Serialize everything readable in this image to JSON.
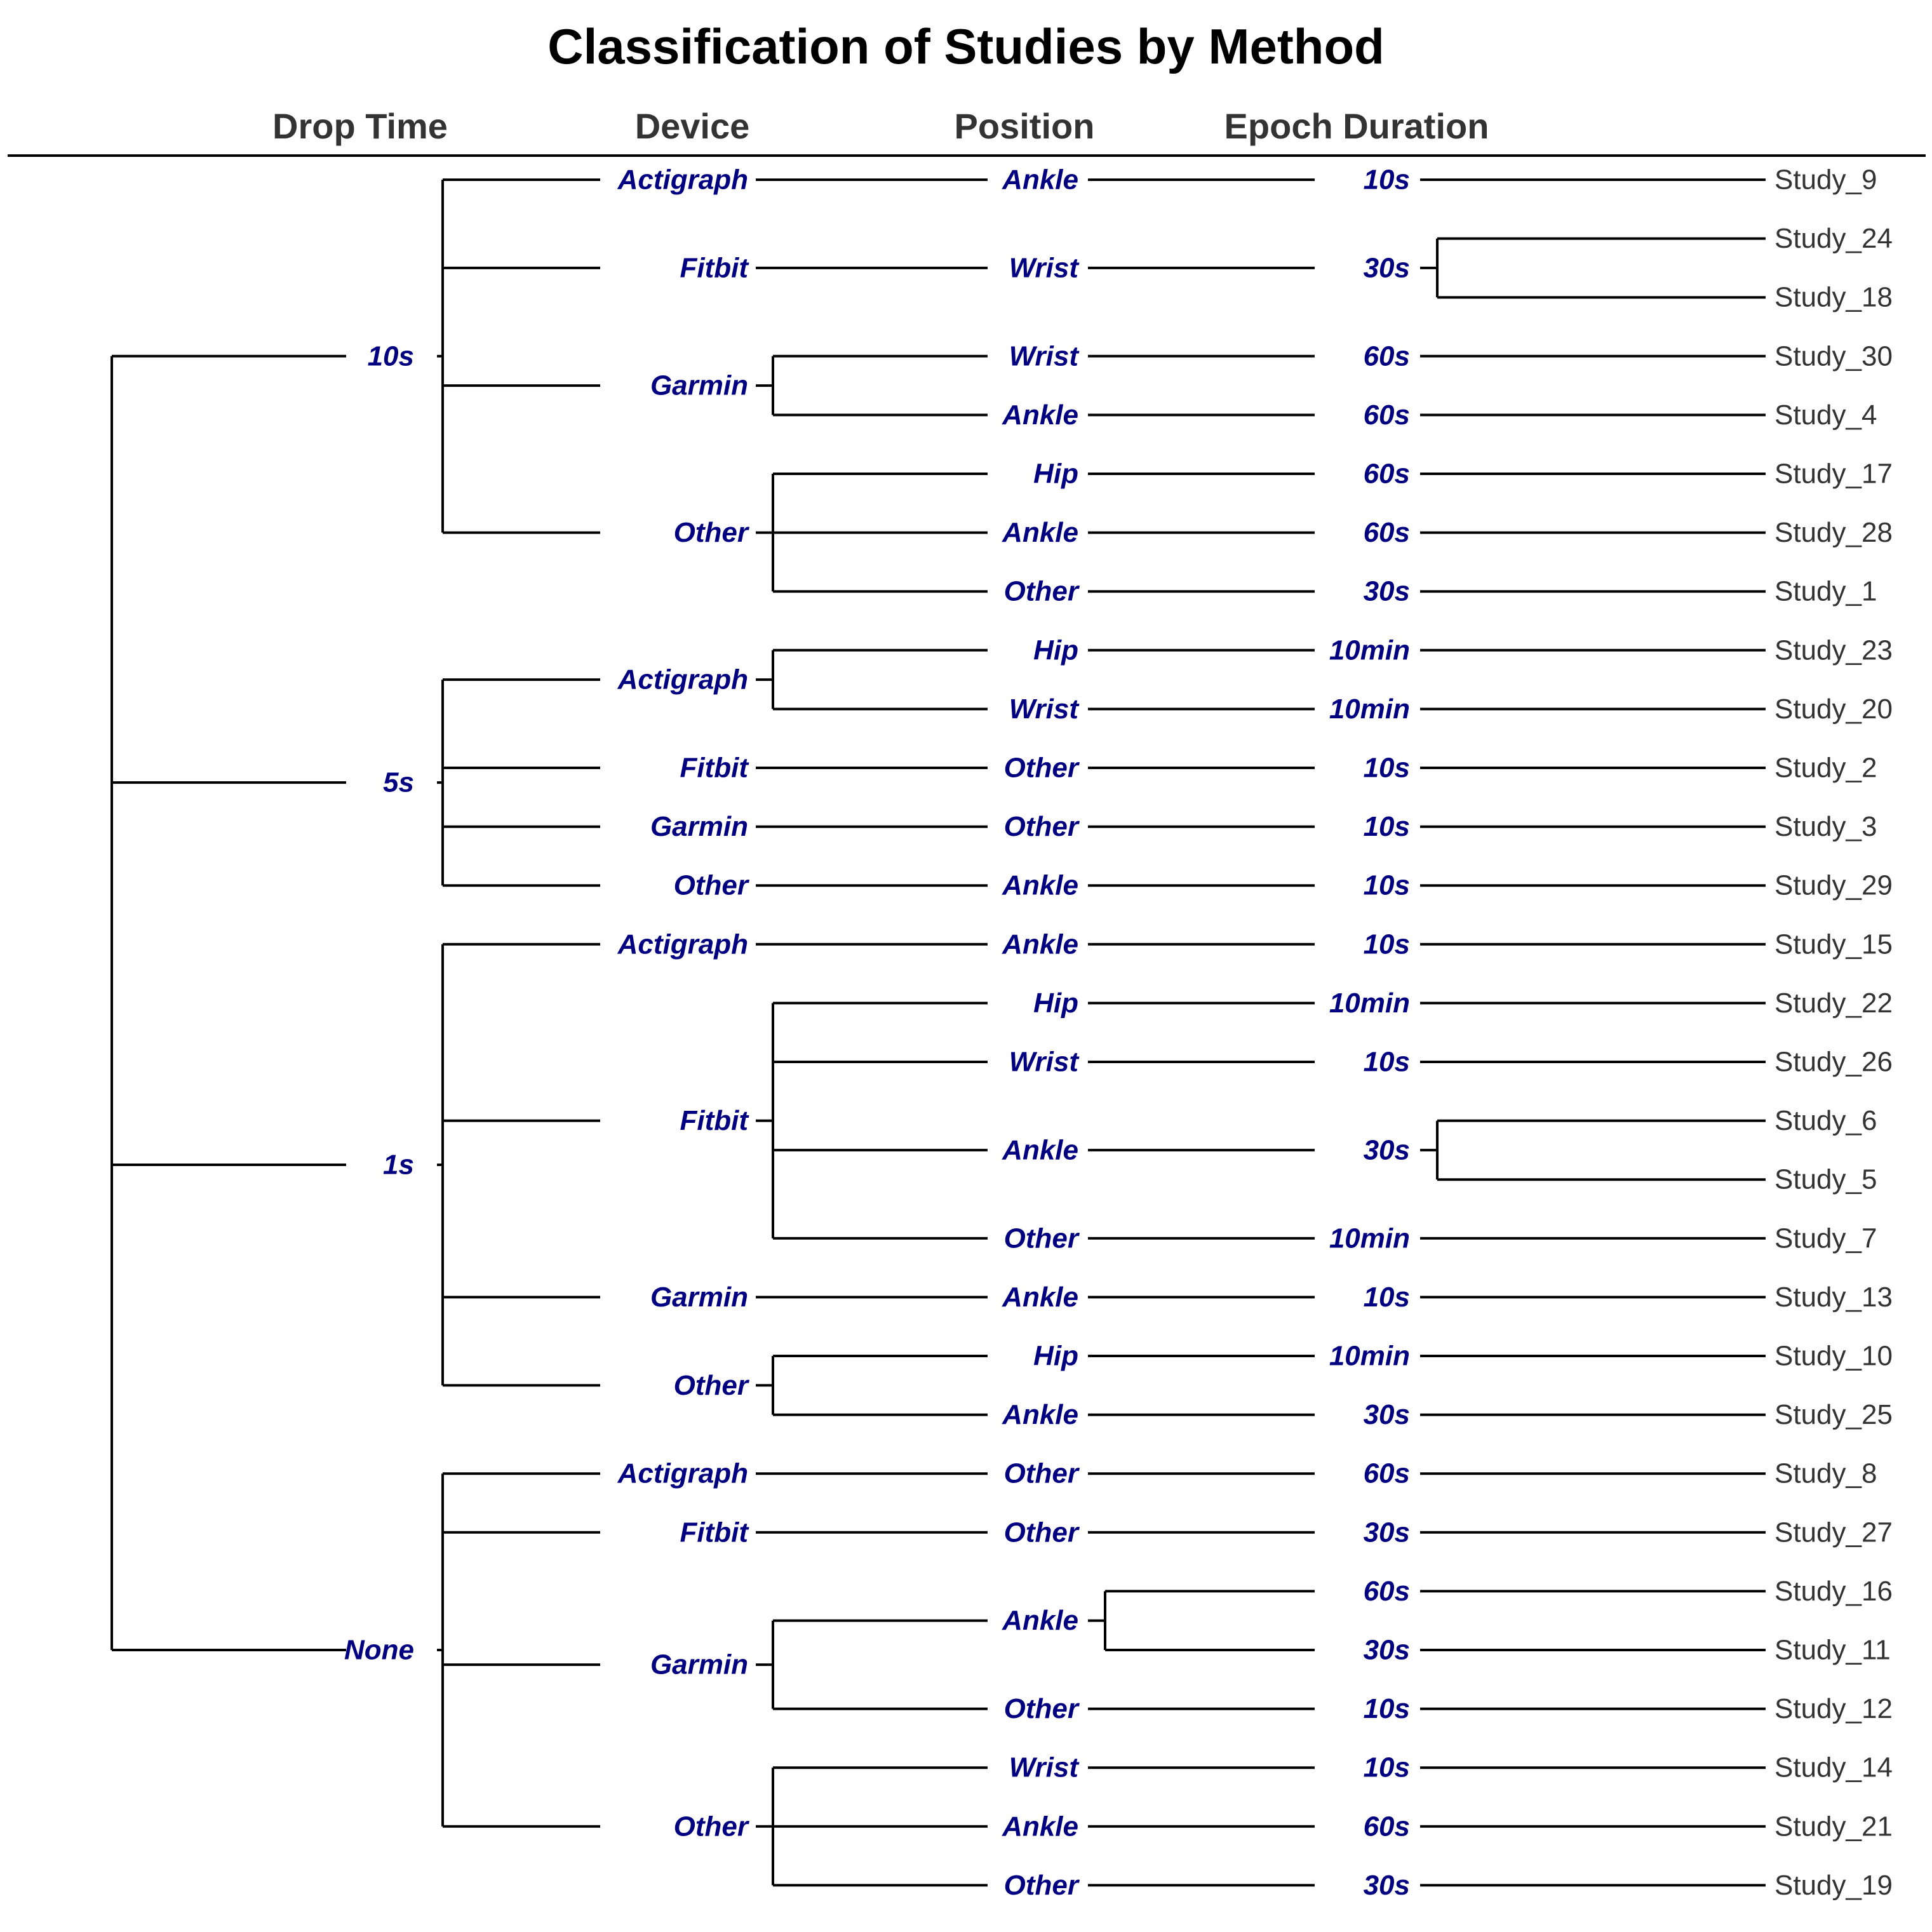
{
  "title": "Classification of Studies by Method",
  "columns": [
    "Drop Time",
    "Device",
    "Position",
    "Epoch Duration"
  ],
  "colors": {
    "node_label": "#000080",
    "leaf_label": "#333333",
    "line": "#000000"
  },
  "tree": [
    {
      "label": "10s",
      "children": [
        {
          "label": "Actigraph",
          "children": [
            {
              "label": "Ankle",
              "children": [
                {
                  "label": "10s",
                  "leaves": [
                    "Study_9"
                  ]
                }
              ]
            }
          ]
        },
        {
          "label": "Fitbit",
          "children": [
            {
              "label": "Wrist",
              "children": [
                {
                  "label": "30s",
                  "leaves": [
                    "Study_24",
                    "Study_18"
                  ]
                }
              ]
            }
          ]
        },
        {
          "label": "Garmin",
          "children": [
            {
              "label": "Wrist",
              "children": [
                {
                  "label": "60s",
                  "leaves": [
                    "Study_30"
                  ]
                }
              ]
            },
            {
              "label": "Ankle",
              "children": [
                {
                  "label": "60s",
                  "leaves": [
                    "Study_4"
                  ]
                }
              ]
            }
          ]
        },
        {
          "label": "Other",
          "children": [
            {
              "label": "Hip",
              "children": [
                {
                  "label": "60s",
                  "leaves": [
                    "Study_17"
                  ]
                }
              ]
            },
            {
              "label": "Ankle",
              "children": [
                {
                  "label": "60s",
                  "leaves": [
                    "Study_28"
                  ]
                }
              ]
            },
            {
              "label": "Other",
              "children": [
                {
                  "label": "30s",
                  "leaves": [
                    "Study_1"
                  ]
                }
              ]
            }
          ]
        }
      ]
    },
    {
      "label": "5s",
      "children": [
        {
          "label": "Actigraph",
          "children": [
            {
              "label": "Hip",
              "children": [
                {
                  "label": "10min",
                  "leaves": [
                    "Study_23"
                  ]
                }
              ]
            },
            {
              "label": "Wrist",
              "children": [
                {
                  "label": "10min",
                  "leaves": [
                    "Study_20"
                  ]
                }
              ]
            }
          ]
        },
        {
          "label": "Fitbit",
          "children": [
            {
              "label": "Other",
              "children": [
                {
                  "label": "10s",
                  "leaves": [
                    "Study_2"
                  ]
                }
              ]
            }
          ]
        },
        {
          "label": "Garmin",
          "children": [
            {
              "label": "Other",
              "children": [
                {
                  "label": "10s",
                  "leaves": [
                    "Study_3"
                  ]
                }
              ]
            }
          ]
        },
        {
          "label": "Other",
          "children": [
            {
              "label": "Ankle",
              "children": [
                {
                  "label": "10s",
                  "leaves": [
                    "Study_29"
                  ]
                }
              ]
            }
          ]
        }
      ]
    },
    {
      "label": "1s",
      "children": [
        {
          "label": "Actigraph",
          "children": [
            {
              "label": "Ankle",
              "children": [
                {
                  "label": "10s",
                  "leaves": [
                    "Study_15"
                  ]
                }
              ]
            }
          ]
        },
        {
          "label": "Fitbit",
          "children": [
            {
              "label": "Hip",
              "children": [
                {
                  "label": "10min",
                  "leaves": [
                    "Study_22"
                  ]
                }
              ]
            },
            {
              "label": "Wrist",
              "children": [
                {
                  "label": "10s",
                  "leaves": [
                    "Study_26"
                  ]
                }
              ]
            },
            {
              "label": "Ankle",
              "children": [
                {
                  "label": "30s",
                  "leaves": [
                    "Study_6",
                    "Study_5"
                  ]
                }
              ]
            },
            {
              "label": "Other",
              "children": [
                {
                  "label": "10min",
                  "leaves": [
                    "Study_7"
                  ]
                }
              ]
            }
          ]
        },
        {
          "label": "Garmin",
          "children": [
            {
              "label": "Ankle",
              "children": [
                {
                  "label": "10s",
                  "leaves": [
                    "Study_13"
                  ]
                }
              ]
            }
          ]
        },
        {
          "label": "Other",
          "children": [
            {
              "label": "Hip",
              "children": [
                {
                  "label": "10min",
                  "leaves": [
                    "Study_10"
                  ]
                }
              ]
            },
            {
              "label": "Ankle",
              "children": [
                {
                  "label": "30s",
                  "leaves": [
                    "Study_25"
                  ]
                }
              ]
            }
          ]
        }
      ]
    },
    {
      "label": "None",
      "children": [
        {
          "label": "Actigraph",
          "children": [
            {
              "label": "Other",
              "children": [
                {
                  "label": "60s",
                  "leaves": [
                    "Study_8"
                  ]
                }
              ]
            }
          ]
        },
        {
          "label": "Fitbit",
          "children": [
            {
              "label": "Other",
              "children": [
                {
                  "label": "30s",
                  "leaves": [
                    "Study_27"
                  ]
                }
              ]
            }
          ]
        },
        {
          "label": "Garmin",
          "children": [
            {
              "label": "Ankle",
              "children": [
                {
                  "label": "60s",
                  "leaves": [
                    "Study_16"
                  ]
                },
                {
                  "label": "30s",
                  "leaves": [
                    "Study_11"
                  ]
                }
              ]
            },
            {
              "label": "Other",
              "children": [
                {
                  "label": "10s",
                  "leaves": [
                    "Study_12"
                  ]
                }
              ]
            }
          ]
        },
        {
          "label": "Other",
          "children": [
            {
              "label": "Wrist",
              "children": [
                {
                  "label": "10s",
                  "leaves": [
                    "Study_14"
                  ]
                }
              ]
            },
            {
              "label": "Ankle",
              "children": [
                {
                  "label": "60s",
                  "leaves": [
                    "Study_21"
                  ]
                }
              ]
            },
            {
              "label": "Other",
              "children": [
                {
                  "label": "30s",
                  "leaves": [
                    "Study_19"
                  ]
                }
              ]
            }
          ]
        }
      ]
    }
  ]
}
